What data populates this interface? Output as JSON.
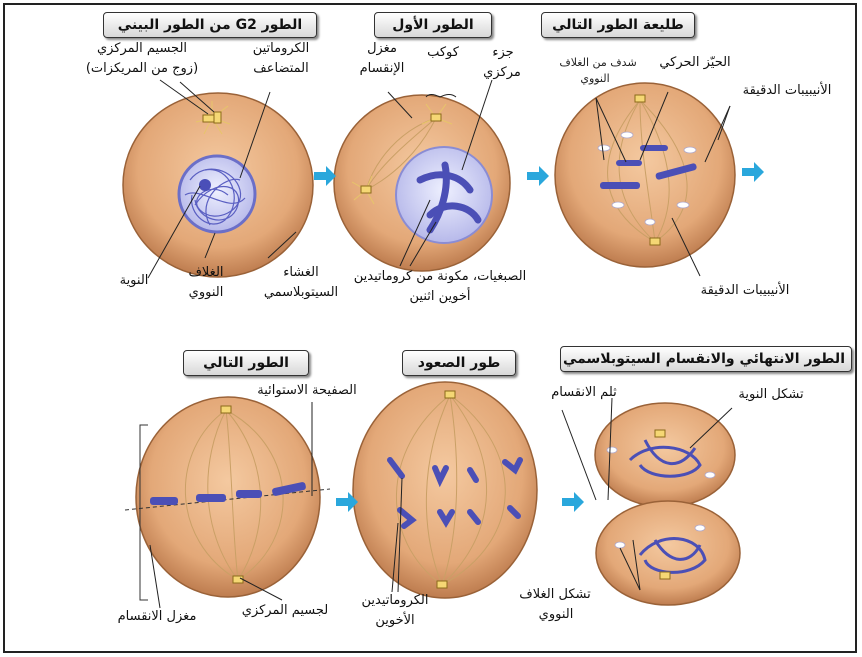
{
  "stages": {
    "g2": "الطور G2 من الطور البيني",
    "prophase": "الطور الأول",
    "prometaphase": "طليعة الطور التالي",
    "metaphase": "الطور التالي",
    "anaphase": "طور الصعود",
    "telophase": "الطور الانتهائي والانقسام السيتوبلاسمي"
  },
  "labels": {
    "centrosome": "الجسيم المركزي",
    "centriole_pair": "(زوج من المريكزات)",
    "chromatin_1": "الكروماتين",
    "chromatin_2": "المتضاعف",
    "spindle_1": "مغزل",
    "spindle_2": "الإنقسام",
    "aster": "كوكب",
    "centromere_1": "جزء",
    "centromere_2": "مركزي",
    "fragments_1": "شدف من الغلاف",
    "fragments_2": "النووي",
    "kinetochore": "الحيّز الحركي",
    "microtubules_top": "الأنيبيبات الدقيقة",
    "nucleolus": "النوية",
    "envelope_1": "الغلاف",
    "envelope_2": "النووي",
    "membrane_1": "الغشاء",
    "membrane_2": "السيتوبلاسمي",
    "chromosome_1": "الصبغيات، مكونة من كروماتيدين",
    "chromosome_2": "أخوين اثنين",
    "microtubules_bottom": "الأنيبيبات الدقيقة",
    "plate": "الصفيحة الاستوائية",
    "spindle_meta": "مغزل الانقسام",
    "centrosome_meta": "لجسيم المركزي",
    "sister_1": "الكروماتيدين",
    "sister_2": "الأخوين",
    "cleavage": "ثلم الانقسام",
    "nucleolus_form": "تشكل النوية",
    "envelope_form_1": "تشكل الغلاف",
    "envelope_form_2": "النووي"
  }
}
